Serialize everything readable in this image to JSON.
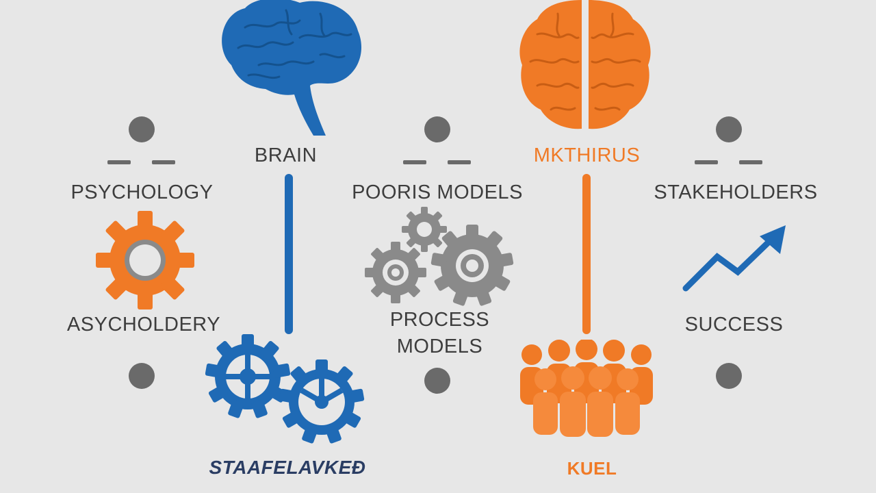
{
  "columns": {
    "left": {
      "top_label": "PSYCHOLOGY",
      "bottom_label": "ASYCHOLDERY"
    },
    "center_left": {
      "title": "BRAIN",
      "bottom_label": "STAAFELAVKEÐ"
    },
    "center": {
      "top_label": "POORIS MODELS",
      "bottom_label_line1": "PROCESS",
      "bottom_label_line2": "MODELS"
    },
    "center_right": {
      "title": "MKTHIRUS",
      "bottom_label": "KUEL"
    },
    "right": {
      "top_label": "STAKEHOLDERS",
      "bottom_label": "SUCCESS"
    }
  },
  "colors": {
    "blue": "#1f6ab5",
    "orange": "#f07a26",
    "gray": "#8a8a8a",
    "dark_gray": "#6a6a6a",
    "background": "#e7e7e7"
  },
  "icons": [
    "brain-icon",
    "split-brain-icon",
    "gear-icon",
    "gears-icon",
    "blue-gears-icon",
    "people-group-icon",
    "trend-arrow-icon"
  ]
}
